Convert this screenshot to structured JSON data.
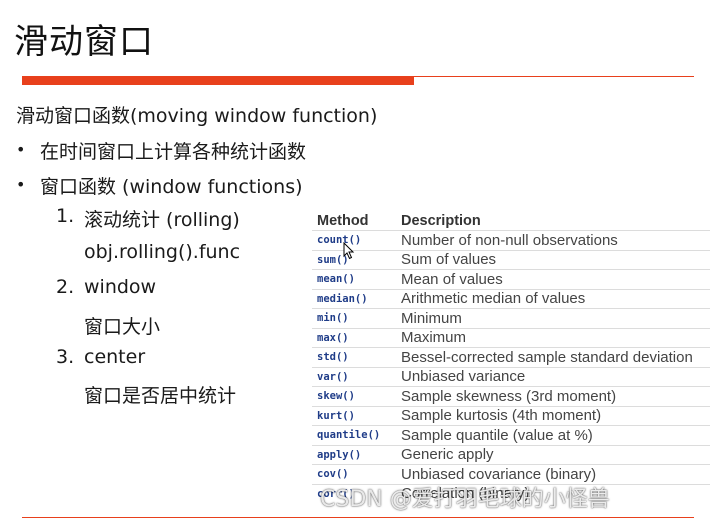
{
  "title": "滑动窗口",
  "intro": "滑动窗口函数(moving window function)",
  "bullets": [
    {
      "symbol": "•",
      "text": "在时间窗口上计算各种统计函数"
    },
    {
      "symbol": "•",
      "text": "窗口函数 (window functions)"
    }
  ],
  "items": [
    {
      "num": "1.",
      "label": "滚动统计 (rolling)",
      "sub": "obj.rolling().func"
    },
    {
      "num": "2.",
      "label": "window",
      "sub": "窗口大小"
    },
    {
      "num": "3.",
      "label": "center",
      "sub": "窗口是否居中统计"
    }
  ],
  "table": {
    "headers": [
      "Method",
      "Description"
    ],
    "rows": [
      {
        "method": "count()",
        "desc": "Number of non-null observations"
      },
      {
        "method": "sum()",
        "desc": "Sum of values"
      },
      {
        "method": "mean()",
        "desc": "Mean of values"
      },
      {
        "method": "median()",
        "desc": "Arithmetic median of values"
      },
      {
        "method": "min()",
        "desc": "Minimum"
      },
      {
        "method": "max()",
        "desc": "Maximum"
      },
      {
        "method": "std()",
        "desc": "Bessel-corrected sample standard deviation"
      },
      {
        "method": "var()",
        "desc": "Unbiased variance"
      },
      {
        "method": "skew()",
        "desc": "Sample skewness (3rd moment)"
      },
      {
        "method": "kurt()",
        "desc": "Sample kurtosis (4th moment)"
      },
      {
        "method": "quantile()",
        "desc": "Sample quantile (value at %)"
      },
      {
        "method": "apply()",
        "desc": "Generic apply"
      },
      {
        "method": "cov()",
        "desc": "Unbiased covariance (binary)"
      },
      {
        "method": "corr()",
        "desc": "Correlation (binary)"
      }
    ]
  },
  "watermark": "CSDN @爱打羽毛球的小怪兽",
  "colors": {
    "accent": "#e8401c",
    "method": "#1f3c88"
  }
}
